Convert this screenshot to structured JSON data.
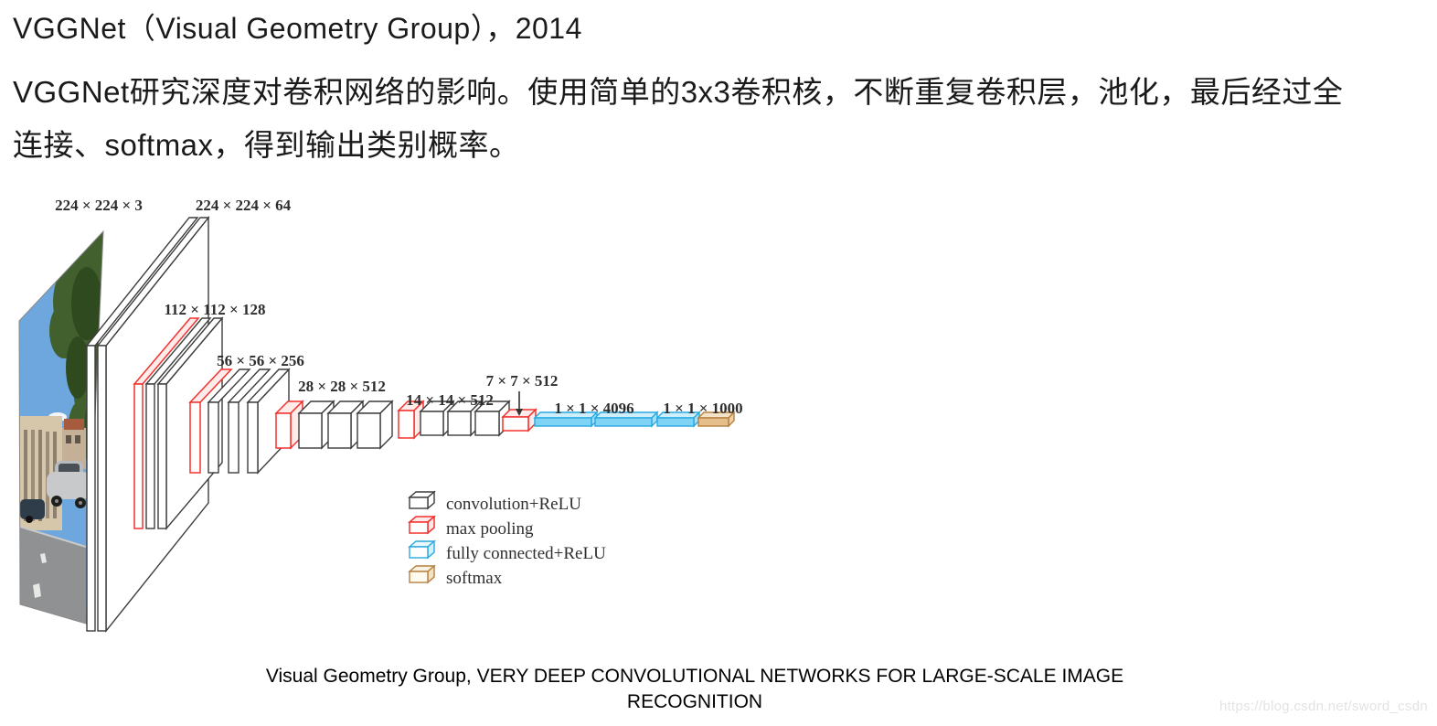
{
  "page": {
    "title": "VGGNet（Visual Geometry Group），2014",
    "paragraph_lines": [
      "VGGNet研究深度对卷积网络的影响。使用简单的3x3卷积核，不断重复卷积层，池化，最后经过全",
      "连接、softmax，得到输出类别概率。"
    ],
    "caption_lines": [
      "Visual Geometry Group, VERY DEEP CONVOLUTIONAL NETWORKS FOR LARGE-SCALE IMAGE",
      "RECOGNITION"
    ],
    "watermark": "https://blog.csdn.net/sword_csdn"
  },
  "diagram": {
    "type": "cnn-architecture",
    "labels": {
      "input": "224 × 224 × 3",
      "conv1": "224 × 224 × 64",
      "conv2": "112 × 112 × 128",
      "conv3": "56 × 56 × 256",
      "conv4": "28 × 28 × 512",
      "conv5": "14 × 14 × 512",
      "pool5": "7 × 7 × 512",
      "fc": "1 × 1 × 4096",
      "out": "1 × 1 × 1000"
    },
    "stages": [
      {
        "label": "224 × 224 × 3",
        "type": "input-image"
      },
      {
        "label": "224 × 224 × 64",
        "conv_layers": 2
      },
      {
        "label": "112 × 112 × 128",
        "pool_layers": 1,
        "conv_layers": 2
      },
      {
        "label": "56 × 56 × 256",
        "pool_layers": 1,
        "conv_layers": 3
      },
      {
        "label": "28 × 28 × 512",
        "pool_layers": 1,
        "conv_layers": 3
      },
      {
        "label": "14 × 14 × 512",
        "pool_layers": 1,
        "conv_layers": 3
      },
      {
        "label": "7 × 7 × 512",
        "pool_layers": 1
      },
      {
        "label": "1 × 1 × 4096",
        "fc_layers": 2
      },
      {
        "label": "1 × 1 × 1000",
        "fc_layers": 1,
        "softmax_layers": 1
      }
    ],
    "legend": {
      "items": [
        {
          "label": "convolution+ReLU",
          "color": "#3c3c3c"
        },
        {
          "label": "max pooling",
          "color": "#f2322e"
        },
        {
          "label": "fully connected+ReLU",
          "color": "#29a9e0"
        },
        {
          "label": "softmax",
          "color": "#b5803f"
        }
      ]
    },
    "colors": {
      "convolution": "#3c3c3c",
      "max_pooling": "#f2322e",
      "fully_connected": "#29a9e0",
      "softmax": "#b5803f"
    }
  }
}
